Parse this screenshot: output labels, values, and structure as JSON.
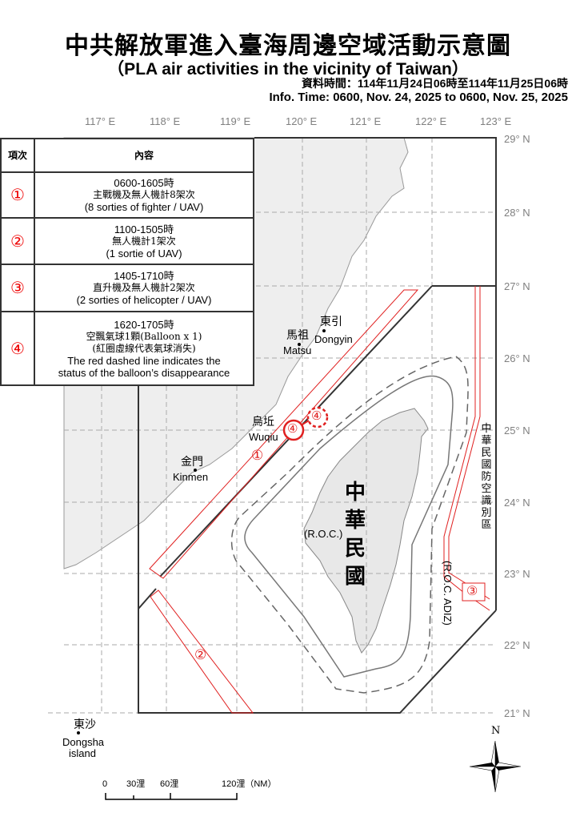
{
  "header": {
    "title_zh": "中共解放軍進入臺海周邊空域活動示意圖",
    "title_en": "（PLA air activities in the vicinity of Taiwan）",
    "info_time_zh": "資料時間：114年11月24日06時至114年11月25日06時",
    "info_time_en": "Info. Time: 0600, Nov. 24, 2025 to 0600, Nov. 25, 2025"
  },
  "legend": {
    "col_index": "項次",
    "col_content": "內容",
    "rows": [
      {
        "index": "①",
        "time": "0600-1605時",
        "zh": "主戰機及無人機計8架次",
        "en": "(8 sorties of fighter / UAV)"
      },
      {
        "index": "②",
        "time": "1100-1505時",
        "zh": "無人機計1架次",
        "en": "(1 sortie of UAV)"
      },
      {
        "index": "③",
        "time": "1405-1710時",
        "zh": "直升機及無人機計2架次",
        "en": "(2 sorties of helicopter / UAV)"
      },
      {
        "index": "④",
        "time": "1620-1705時",
        "zh": "空飄氣球1顆(Balloon x 1)",
        "zh2": "(紅圈虛線代表氣球消失)",
        "en": "The red dashed line indicates the",
        "en2": "status of the balloon’s disappearance"
      }
    ]
  },
  "axes": {
    "longitude": [
      "117° E",
      "118° E",
      "119° E",
      "120° E",
      "121° E",
      "122° E",
      "123° E"
    ],
    "latitude": [
      "29° N",
      "28° N",
      "27° N",
      "26° N",
      "25° N",
      "24° N",
      "23° N",
      "22° N",
      "21° N"
    ]
  },
  "places": {
    "dongyin_zh": "東引",
    "dongyin_en": "Dongyin",
    "matsu_zh": "馬祖",
    "matsu_en": "Matsu",
    "wuqiu_zh": "烏坵",
    "wuqiu_en": "Wuqiu",
    "kinmen_zh": "金門",
    "kinmen_en": "Kinmen",
    "dongsha_zh": "東沙",
    "dongsha_en": "Dongsha",
    "dongsha_en2": "island",
    "roc_zh": "中華民國",
    "roc_en": "(R.O.C.)"
  },
  "adiz": {
    "zh": "中華民國防空識別區",
    "en": "(R.O.C. ADIZ)"
  },
  "markers": {
    "m1": "①",
    "m2": "②",
    "m3": "③",
    "m4": "④",
    "m4_vanished": "④"
  },
  "scale_bar": {
    "t0": "0",
    "t30": "30浬",
    "t60": "60浬",
    "t120": "120浬（NM）"
  },
  "compass": {
    "north": "N"
  },
  "colors": {
    "activity_red": "#e02020",
    "land_gray": "#eeeeee",
    "grid": "#aaaaaa"
  }
}
